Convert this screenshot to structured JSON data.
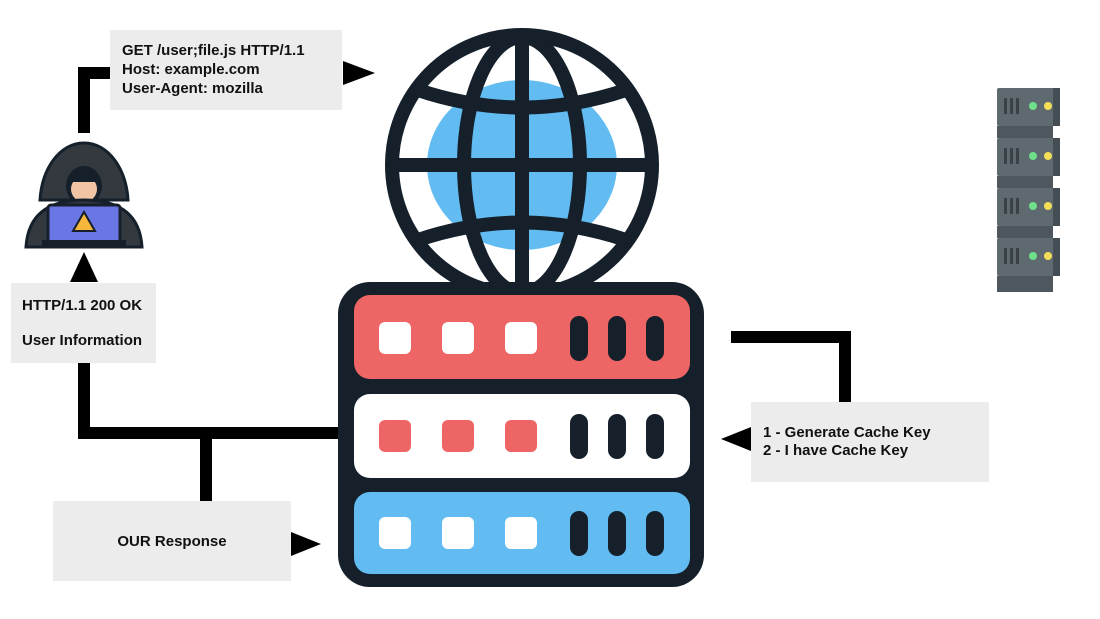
{
  "request": {
    "lines": [
      "GET /user;file.js HTTP/1.1",
      "Host: example.com",
      "User-Agent: mozilla"
    ]
  },
  "status_response": {
    "status_line": "HTTP/1.1 200 OK",
    "body": "User Information"
  },
  "our_response": {
    "label": "OUR Response"
  },
  "cache_note": {
    "lines": [
      "1 - Generate Cache Key",
      "2 - I have Cache Key"
    ]
  },
  "icons": [
    "hacker-icon",
    "globe-icon",
    "cache-server-icon",
    "origin-server-icon"
  ],
  "colors": {
    "outline": "#15202b",
    "server_red": "#ed6565",
    "server_blue": "#62bcf1",
    "globe_blue": "#62bcf1",
    "laptop": "#6a76e6",
    "warning": "#f6b73c",
    "rack": "#5e6970",
    "led_green": "#6ee08c",
    "led_yellow": "#f4de58"
  }
}
